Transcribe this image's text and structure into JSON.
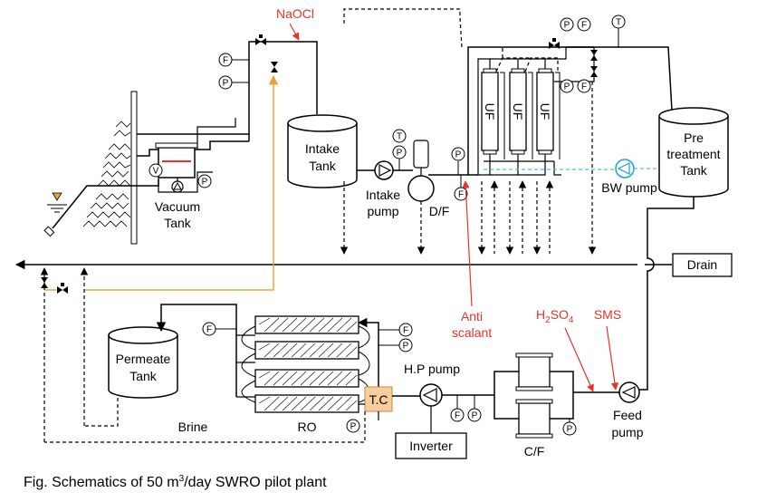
{
  "labels": {
    "naocl": "NaOCl",
    "intake_tank": [
      "Intake",
      "Tank"
    ],
    "intake_pump": [
      "Intake",
      "pump"
    ],
    "df": "D/F",
    "vacuum_tank": [
      "Vacuum",
      "Tank"
    ],
    "uf": "UF",
    "pretreatment_tank": [
      "Pre",
      "treatment",
      "Tank"
    ],
    "bw_pump": "BW pump",
    "drain": "Drain",
    "anti_scalant": [
      "Anti",
      "scalant"
    ],
    "h2so4": {
      "h": "H",
      "sub2": "2",
      "so": "SO",
      "sub4": "4"
    },
    "sms": "SMS",
    "permeate_tank": [
      "Permeate",
      "Tank"
    ],
    "brine": "Brine",
    "ro": "RO",
    "tc": "T.C",
    "hp_pump": "H.P pump",
    "inverter": "Inverter",
    "cf": "C/F",
    "feed_pump": [
      "Feed",
      "pump"
    ],
    "caption": {
      "pre": "Fig.  Schematics of 50 m",
      "sup": "3",
      "post": "/day  SWRO pilot plant"
    }
  },
  "gauges": {
    "f": "F",
    "p": "P",
    "t": "T",
    "v": "V"
  },
  "colors": {
    "chemical": "#e8332c",
    "orange_line": "#e8a33c",
    "bw_line": "#4ec0e0",
    "bw_pump": "#1aa0d8",
    "tc_box": "#f8ce9c",
    "valve_red": "#e8332c"
  }
}
